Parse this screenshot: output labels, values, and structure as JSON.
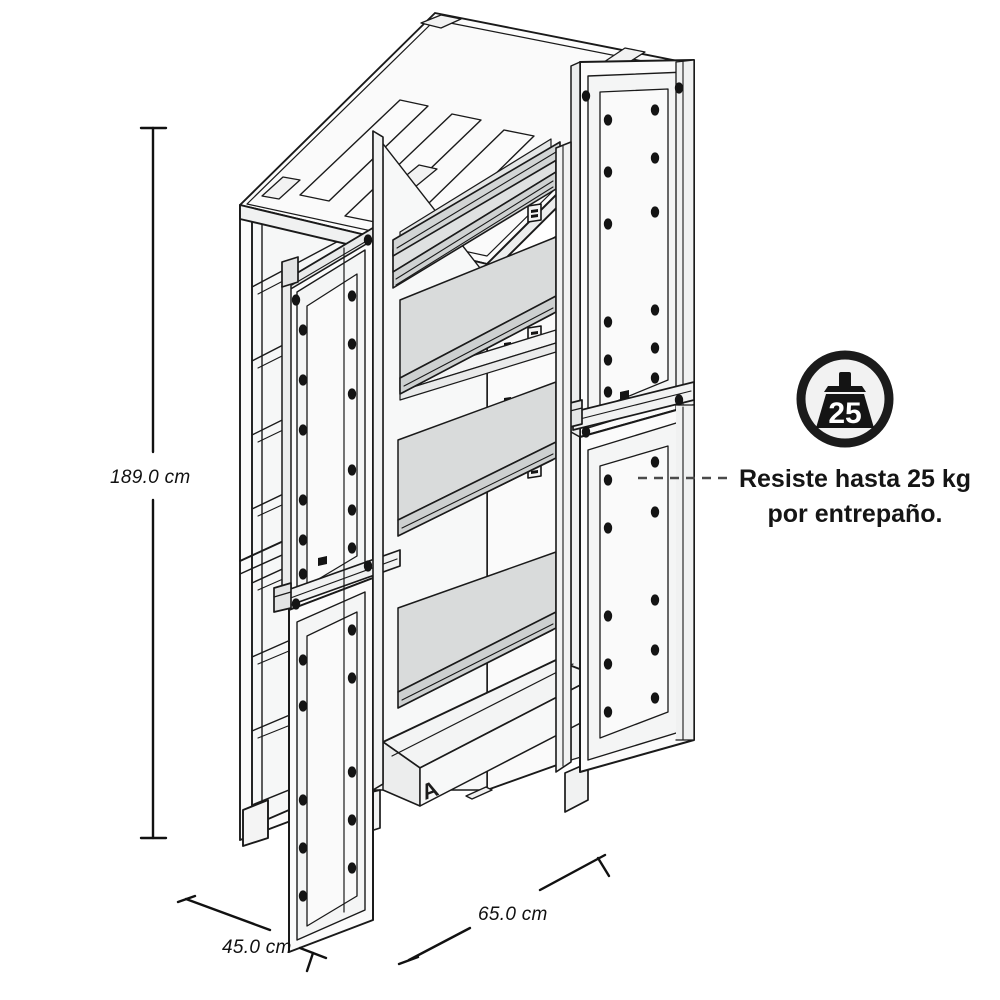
{
  "illustration": {
    "product": "storage-cabinet-isometric-line-drawing",
    "view": "isometric exploded-open doors",
    "interior": {
      "shelf_count": 3,
      "shelf_fill": "#d9dbdb",
      "bottom_marking": "A"
    }
  },
  "dimensions": {
    "height": {
      "label": "189.0 cm",
      "axis": "vertical",
      "position": "left"
    },
    "depth": {
      "label": "45.0 cm",
      "axis": "diagonal-left",
      "position": "bottom-left"
    },
    "width": {
      "label": "65.0 cm",
      "axis": "diagonal-right",
      "position": "bottom-right"
    }
  },
  "callout": {
    "badge": {
      "icon": "weight-25kg-icon",
      "value": "25",
      "ring_color": "#1b1b1b",
      "fill_color": "#f2f2f2"
    },
    "line1": "Resiste hasta 25 kg",
    "line2": "por entrepaño.",
    "leader": "dashed-leader-line"
  },
  "colors": {
    "stroke": "#1a1a1a",
    "panel": "#fdfdfd",
    "panel_shade": "#f1f2f2",
    "shelf": "#d7d9d9",
    "shelf_dark": "#c3c6c6",
    "text": "#151515",
    "background": "#ffffff"
  }
}
